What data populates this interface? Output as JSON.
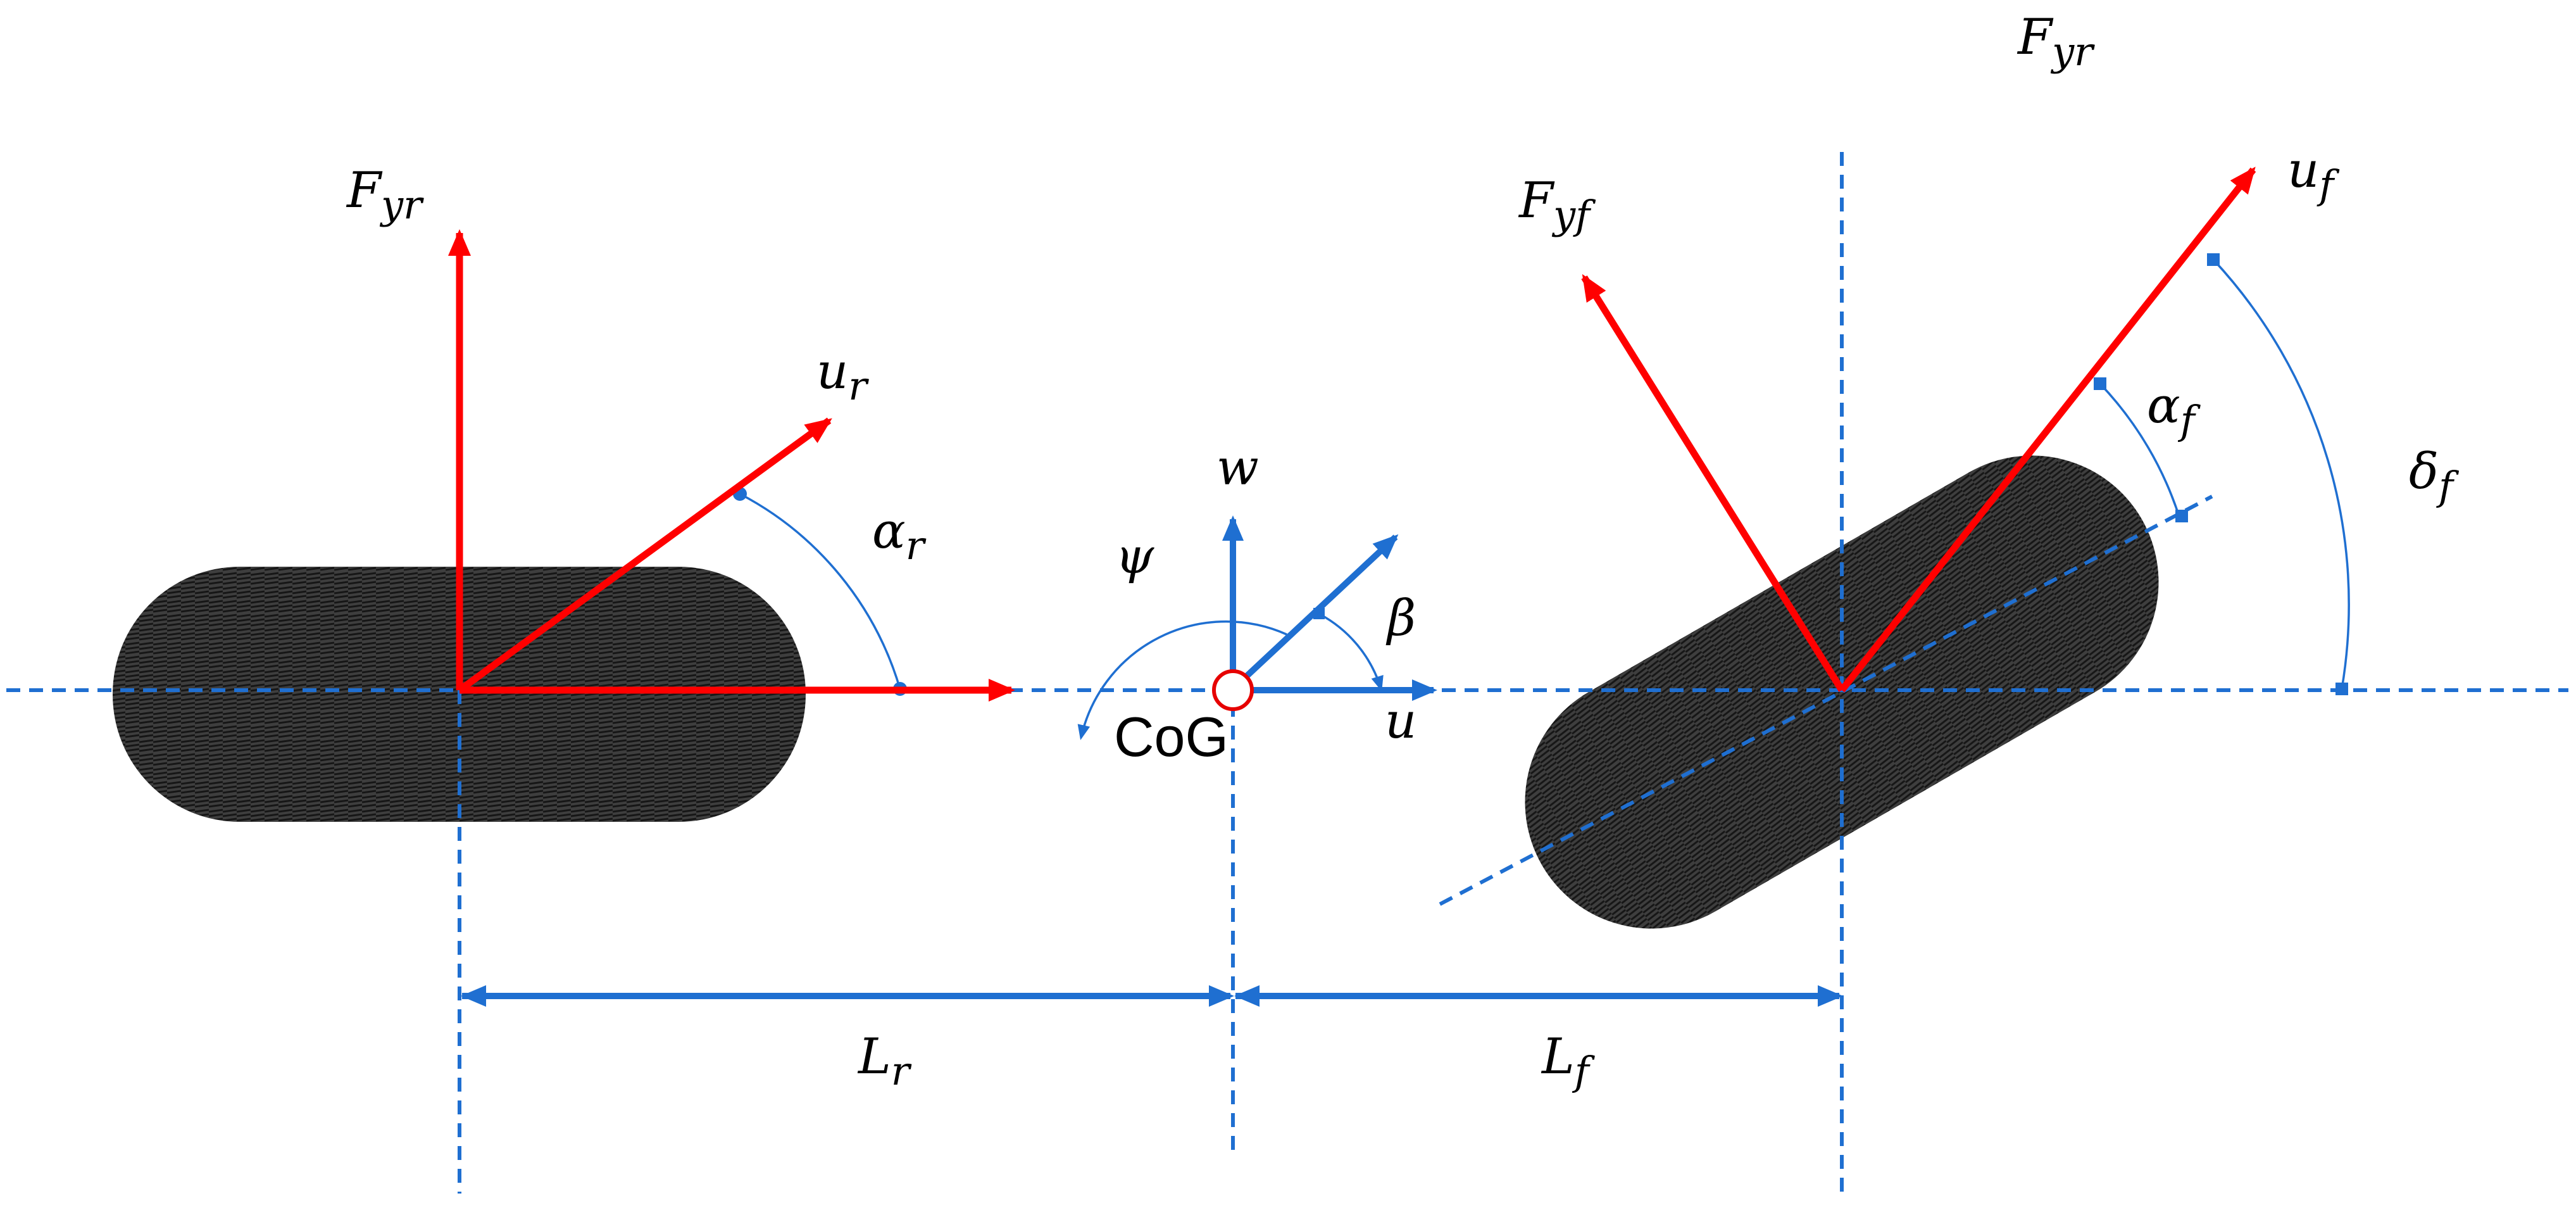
{
  "labels": {
    "fyr_top": {
      "main": "F",
      "sub": "yr"
    },
    "fyr_rear": {
      "main": "F",
      "sub": "yr"
    },
    "ur": {
      "main": "u",
      "sub": "r"
    },
    "alpha_r": {
      "main": "α",
      "sub": "r"
    },
    "w": "w",
    "psi": "ψ",
    "beta": "β",
    "u": "u",
    "cog": "CoG",
    "fyf": {
      "main": "F",
      "sub": "yf"
    },
    "uf": {
      "main": "u",
      "sub": "f"
    },
    "alpha_f": {
      "main": "α",
      "sub": "f"
    },
    "delta_f": {
      "main": "δ",
      "sub": "f"
    },
    "lr": {
      "main": "L",
      "sub": "r"
    },
    "lf": {
      "main": "L",
      "sub": "f"
    }
  },
  "colors": {
    "force_vector": "#ff0000",
    "guide_line": "#1f6fd1",
    "tire_fill": "#474747",
    "cog_marker": "#e60000"
  }
}
